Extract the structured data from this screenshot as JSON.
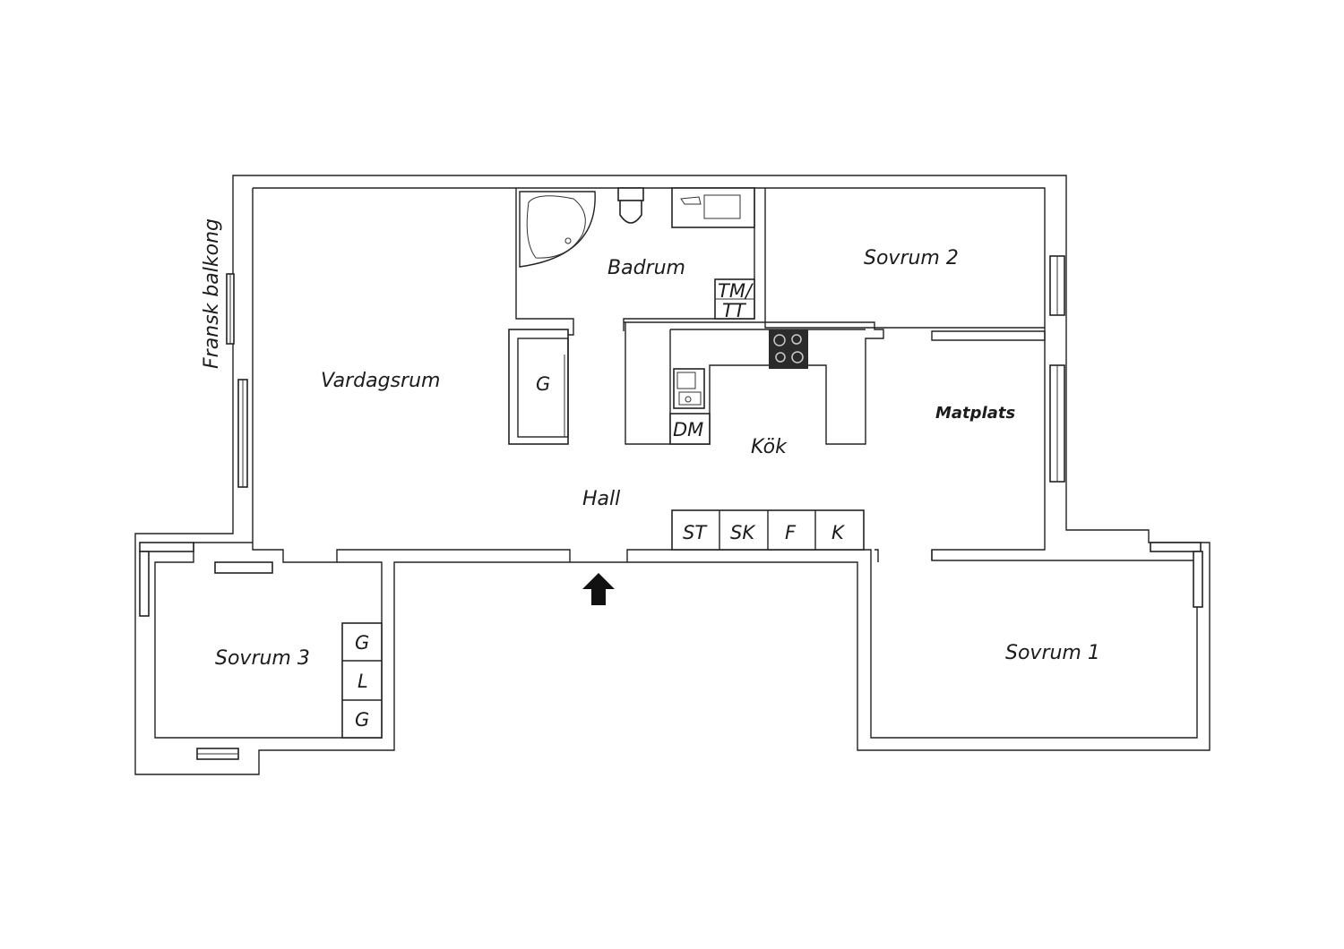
{
  "rooms": {
    "vardagsrum": "Vardagsrum",
    "badrum": "Badrum",
    "sovrum2": "Sovrum 2",
    "sovrum1": "Sovrum 1",
    "sovrum3": "Sovrum 3",
    "kok": "Kök",
    "hall": "Hall",
    "matplats": "Matplats",
    "fransk_balkong": "Fransk balkong"
  },
  "fixtures": {
    "tm_tt_line1": "TM/",
    "tm_tt_line2": "TT",
    "wardrobe_hall": "G",
    "dishwasher": "DM",
    "hall_storage": [
      "ST",
      "SK",
      "F",
      "K"
    ],
    "sovrum3_storage": [
      "G",
      "L",
      "G"
    ]
  },
  "colors": {
    "wall_stroke": "#222222",
    "background": "#ffffff",
    "stove": "#2b2b2b"
  }
}
